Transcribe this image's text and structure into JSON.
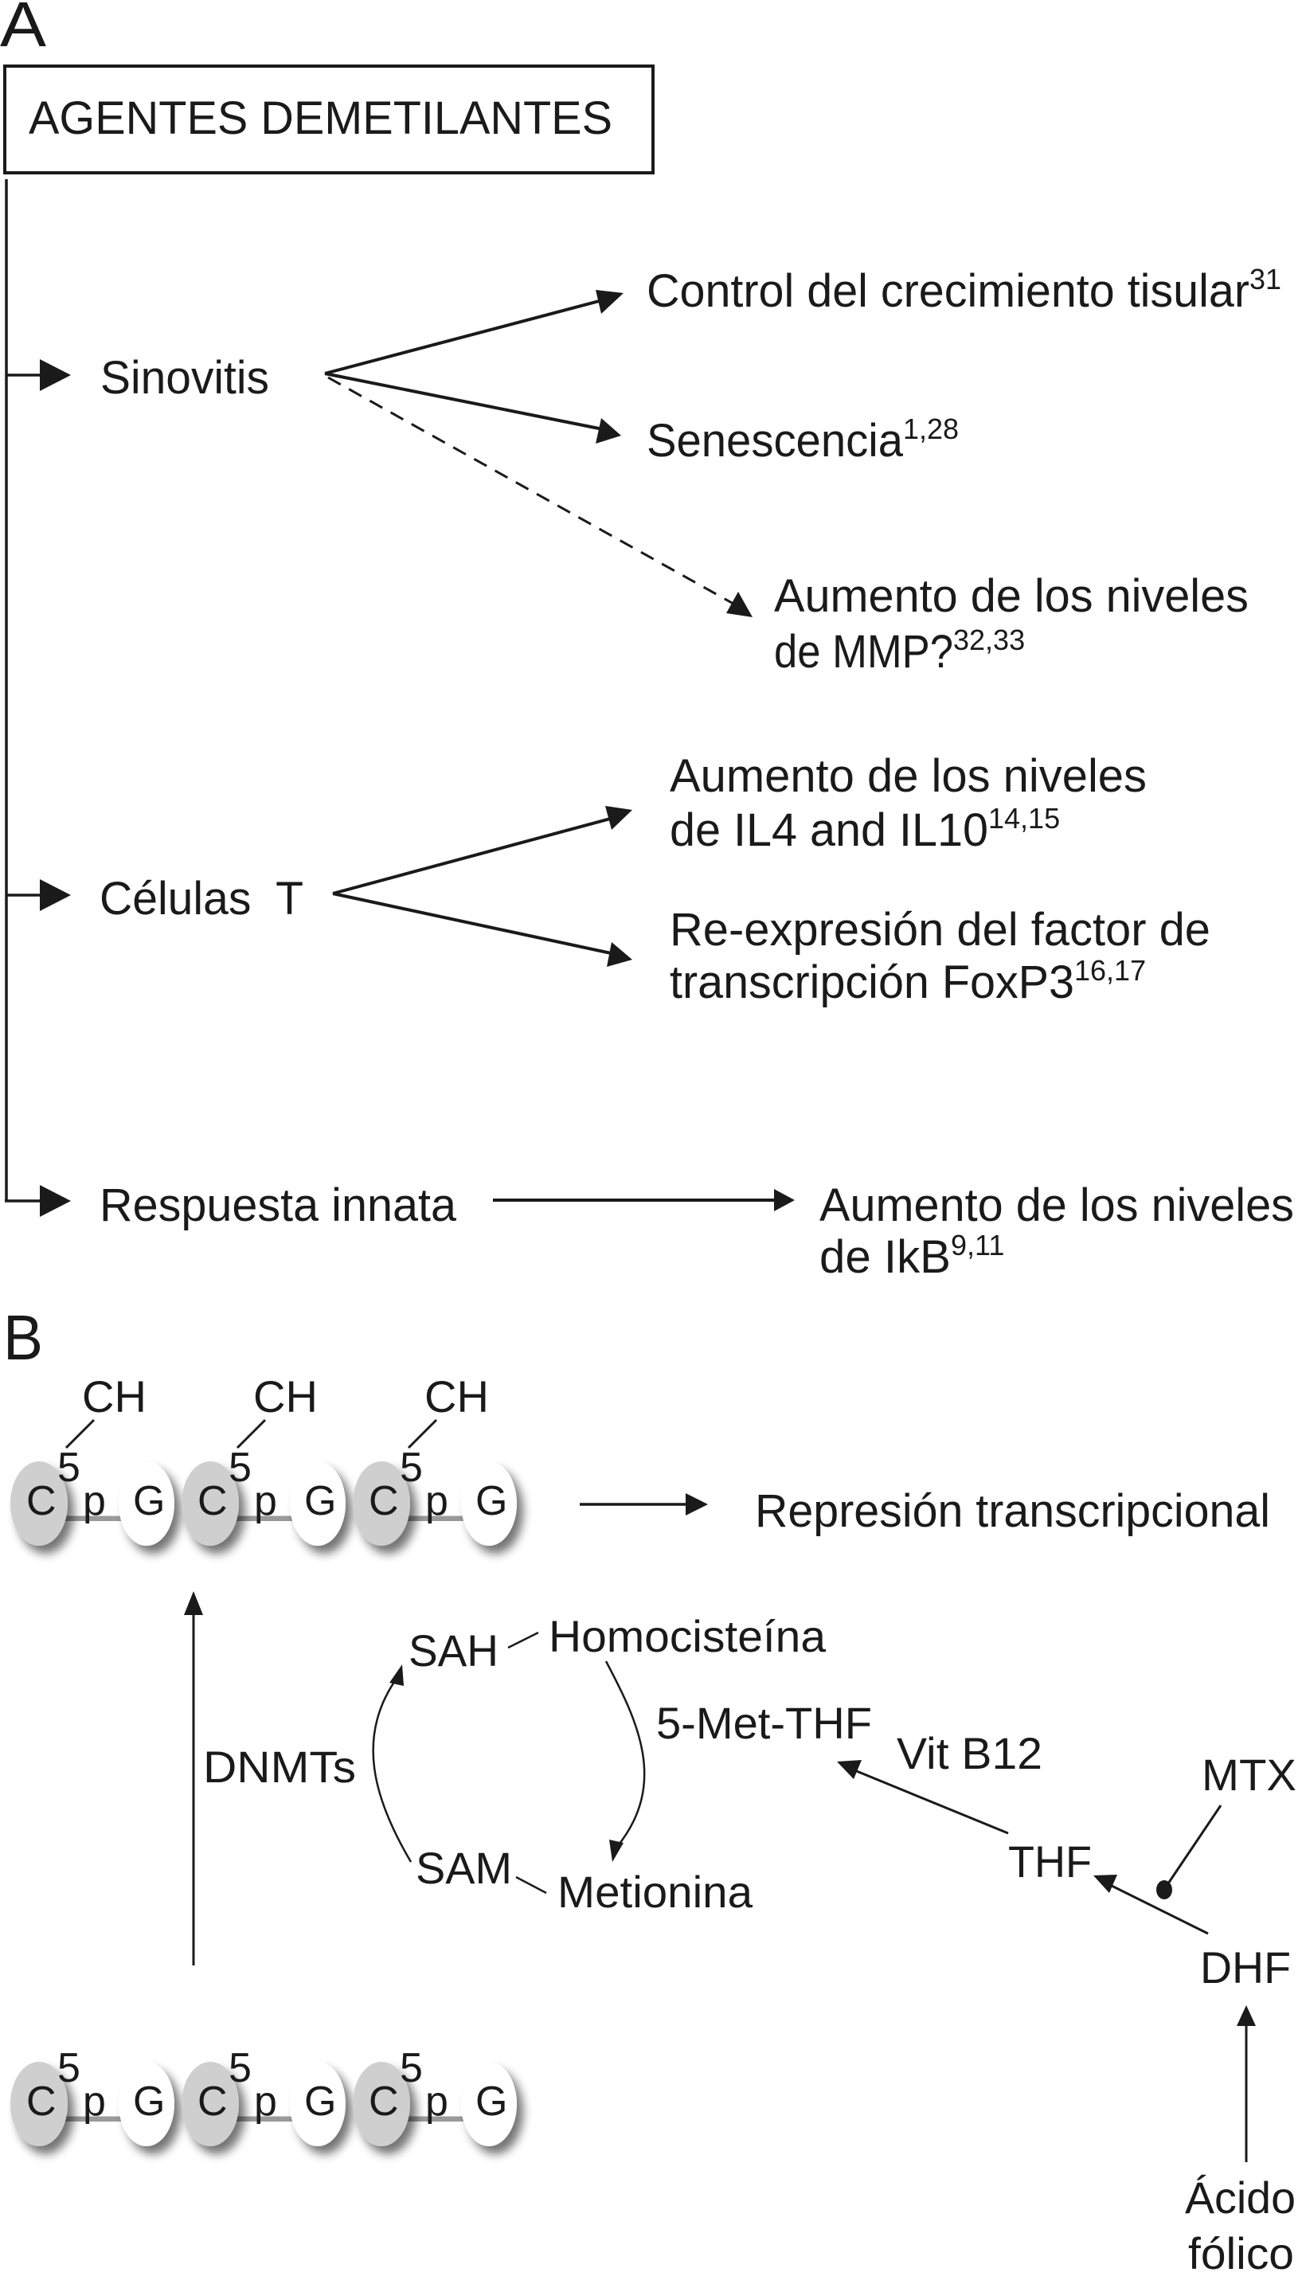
{
  "panel_a": {
    "label": "A",
    "header_box": "AGENTES DEMETILANTES",
    "branches": [
      {
        "name": "Sinovitis",
        "targets": [
          {
            "lines": [
              "Control del crecimiento tisular"
            ],
            "refs": "31",
            "style": "solid"
          },
          {
            "lines": [
              "Senescencia"
            ],
            "refs": "1,28",
            "style": "solid"
          },
          {
            "lines": [
              "Aumento de los niveles",
              "de MMP?"
            ],
            "refs": "32,33",
            "style": "dashed"
          }
        ]
      },
      {
        "name": "Células  T",
        "targets": [
          {
            "lines": [
              "Aumento de los niveles",
              "de IL4 and IL10"
            ],
            "refs": "14,15",
            "style": "solid"
          },
          {
            "lines": [
              "Re-expresión del factor de",
              "transcripción FoxP3"
            ],
            "refs": "16,17",
            "style": "solid"
          }
        ]
      },
      {
        "name": "Respuesta innata",
        "targets": [
          {
            "lines": [
              "Aumento de los niveles",
              "de IkB"
            ],
            "refs": "9,11",
            "style": "solid"
          }
        ]
      }
    ]
  },
  "panel_b": {
    "label": "B",
    "methyl_group": "CH",
    "position_label": "5",
    "dinucleotide": {
      "c": "C",
      "p": "p",
      "g": "G"
    },
    "repeat_count": 3,
    "methylated_outcome": "Represión transcripcional",
    "cycle": {
      "sah": "SAH",
      "homocysteine": "Homocisteína",
      "sam": "SAM",
      "methionine": "Metionina",
      "enzyme": "DNMTs",
      "methyl_donor": "5-Met-THF"
    },
    "folate": {
      "cofactor": "Vit B12",
      "thf": "THF",
      "dhf": "DHF",
      "inhibitor": "MTX",
      "source_line1": "Ácido",
      "source_line2": "fólico"
    }
  },
  "colors": {
    "ink": "#1a1a1a",
    "cytosine_fill": "#cfcfcf",
    "guanine_fill": "#ffffff",
    "shadow": "#7a7a7a"
  }
}
